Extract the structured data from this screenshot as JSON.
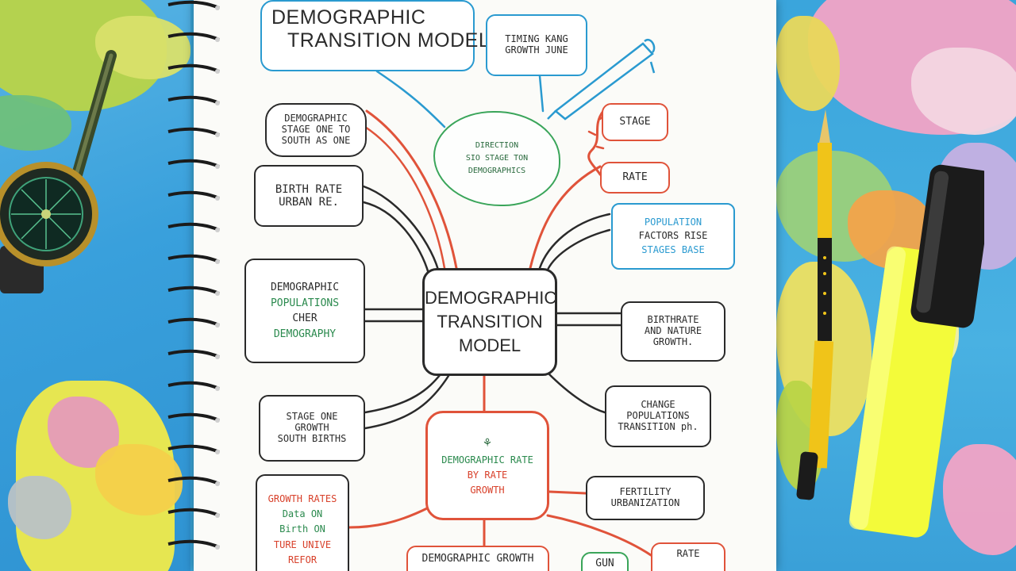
{
  "title_bubble": {
    "line1": "DEMOGRAPHIC",
    "line2": "TRANSITION MODEL"
  },
  "center_topic": {
    "line1": "DEMOGRAPHIC",
    "line2": "TRANSITION",
    "line3": "MODEL"
  },
  "brain_node": {
    "line1": "DIRECTION",
    "line2": "SIO STAGE TON",
    "line3": "DEMOGRAPHICS"
  },
  "notes": {
    "top_right_note": {
      "line1": "TIMING KANG",
      "line2": "GROWTH JUNE"
    },
    "left_1": {
      "line1": "DEMOGRAPHIC",
      "line2": "STAGE ONE TO",
      "line3": "SOUTH AS ONE"
    },
    "left_2": {
      "line1": "BIRTH RATE",
      "line2": "URBAN RE."
    },
    "left_3": {
      "line1": "DEMOGRAPHIC",
      "line2": "POPULATIONS",
      "line3": "CHER",
      "line4": "DEMOGRAPHY"
    },
    "left_4": {
      "line1": "STAGE ONE",
      "line2": "GROWTH",
      "line3": "SOUTH BIRTHS"
    },
    "left_5": {
      "line1": "GROWTH RATES",
      "line2": "Data ON",
      "line3": "Birth ON",
      "line4": "TURE UNIVE",
      "line5": "REFOR"
    },
    "right_red_1": "STAGE",
    "right_red_2": "RATE",
    "right_blue": {
      "line1": "POPULATION",
      "line2": "FACTORS RISE",
      "line3": "STAGES BASE"
    },
    "right_1": {
      "line1": "BIRTHRATE",
      "line2": "AND NATURE",
      "line3": "GROWTH."
    },
    "right_2": {
      "line1": "CHANGE",
      "line2": "POPULATIONS",
      "line3": "TRANSITION ph."
    },
    "bottom_red": {
      "line1": "DEMOGRAPHIC RATE",
      "line2": "BY RATE",
      "line3": "GROWTH"
    },
    "bottom_right": {
      "line1": "FERTILITY",
      "line2": "URBANIZATION"
    },
    "bottom_center": "DEMOGRAPHIC GROWTH",
    "bottom_green": "GUN",
    "bottom_far_right": "RATE"
  },
  "colors": {
    "ink": "#2a2a2a",
    "blue_ink": "#2a9ad0",
    "red_ink": "#e0533a",
    "green_ink": "#2b8a4e",
    "highlighter": "#f3fb3a",
    "pencil": "#f2c21c",
    "paper": "#fbfbf8"
  },
  "objects": [
    "compass",
    "pencil",
    "highlighter-marker",
    "world-map",
    "spiral-notebook"
  ]
}
